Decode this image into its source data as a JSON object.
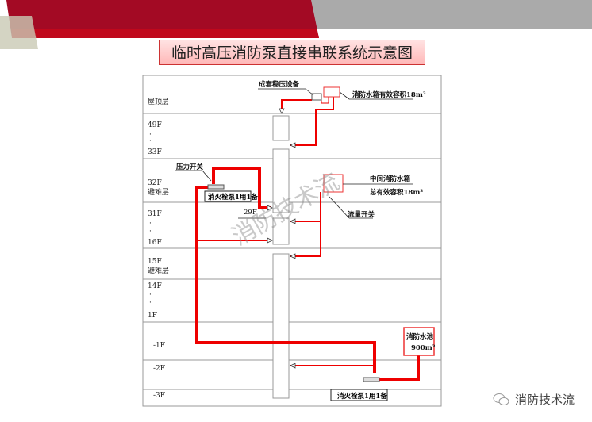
{
  "title": "临时高压消防泵直接串联系统示意图",
  "watermark": "消防技术流",
  "footer": {
    "brand": "消防技术流",
    "icon": "wechat-icon"
  },
  "colors": {
    "pipe": "#ee0000",
    "header_red": "#a30a24",
    "header_gray": "#aaaaaa"
  },
  "floors": {
    "roof": "屋顶层",
    "f49": "49F",
    "f33": "33F",
    "f32": "32F",
    "refuge": "避难层",
    "f31": "31F",
    "f16": "16F",
    "f15": "15F",
    "f14": "14F",
    "f1": "1F",
    "b1": "-1F",
    "b2": "-2F",
    "b3": "-3F",
    "f29": "29F"
  },
  "labels": {
    "stabilizer": "成套稳压设备",
    "roof_tank": "消防水箱有效容积18m³",
    "pressure_switch": "压力开关",
    "pump_mid": "消火栓泵1用1备",
    "mid_tank_1": "中间消防水箱",
    "mid_tank_2": "总有效容积18m³",
    "flow_switch": "流量开关",
    "pool_1": "消防水池",
    "pool_2": "900m³",
    "pump_bottom": "消火栓泵1用1备"
  }
}
